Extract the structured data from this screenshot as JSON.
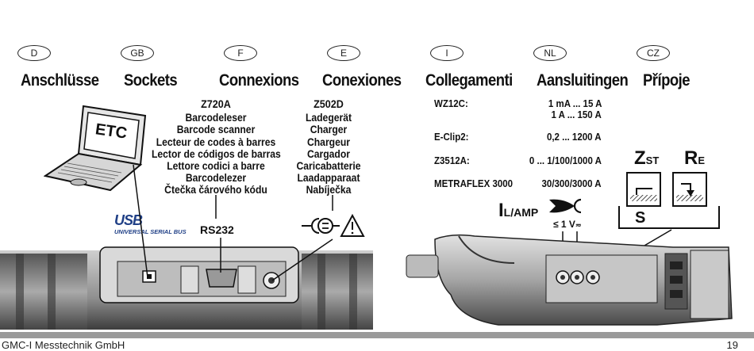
{
  "languages": [
    {
      "code": "D",
      "heading": "Anschlüsse"
    },
    {
      "code": "GB",
      "heading": "Sockets"
    },
    {
      "code": "F",
      "heading": "Connexions"
    },
    {
      "code": "E",
      "heading": "Conexiones"
    },
    {
      "code": "I",
      "heading": "Collegamenti"
    },
    {
      "code": "NL",
      "heading": "Aansluitingen"
    },
    {
      "code": "CZ",
      "heading": "Přípoje"
    }
  ],
  "laptop_label": "ETC",
  "usb_logo": {
    "text": "USB",
    "subtitle": "UNIVERSAL SERIAL BUS"
  },
  "z720a": {
    "title": "Z720A",
    "lines": [
      "Barcodeleser",
      "Barcode scanner",
      "Lecteur de codes à barres",
      "Lector de códigos de barras",
      "Lettore codici a barre",
      "Barcodelezer",
      "Čtečka čárového kódu"
    ],
    "port": "RS232"
  },
  "z502d": {
    "title": "Z502D",
    "lines": [
      "Ladegerät",
      "Charger",
      "Chargeur",
      "Cargador",
      "Caricabatterie",
      "Laadapparaat",
      "Nabíječka"
    ]
  },
  "specs": [
    {
      "label": "WZ12C:",
      "values": [
        "1 mA ... 15 A",
        "1 A ... 150 A"
      ]
    },
    {
      "label": "E-Clip2:",
      "values": [
        "0,2 ... 1200 A"
      ]
    },
    {
      "label": "Z3512A:",
      "values": [
        "0 ... 1/100/1000 A"
      ]
    },
    {
      "label": "METRAFLEX 3000",
      "values": [
        "30/300/3000 A"
      ]
    }
  ],
  "iamp_label": {
    "main": "I",
    "sub": "L/AMP"
  },
  "voltage_note": "≤ 1 V",
  "zst": {
    "main": "Z",
    "sub": "ST"
  },
  "re": {
    "main": "R",
    "sub": "E"
  },
  "s_label": "S",
  "footer": {
    "company": "GMC-I Messtechnik GmbH",
    "page": "19"
  }
}
